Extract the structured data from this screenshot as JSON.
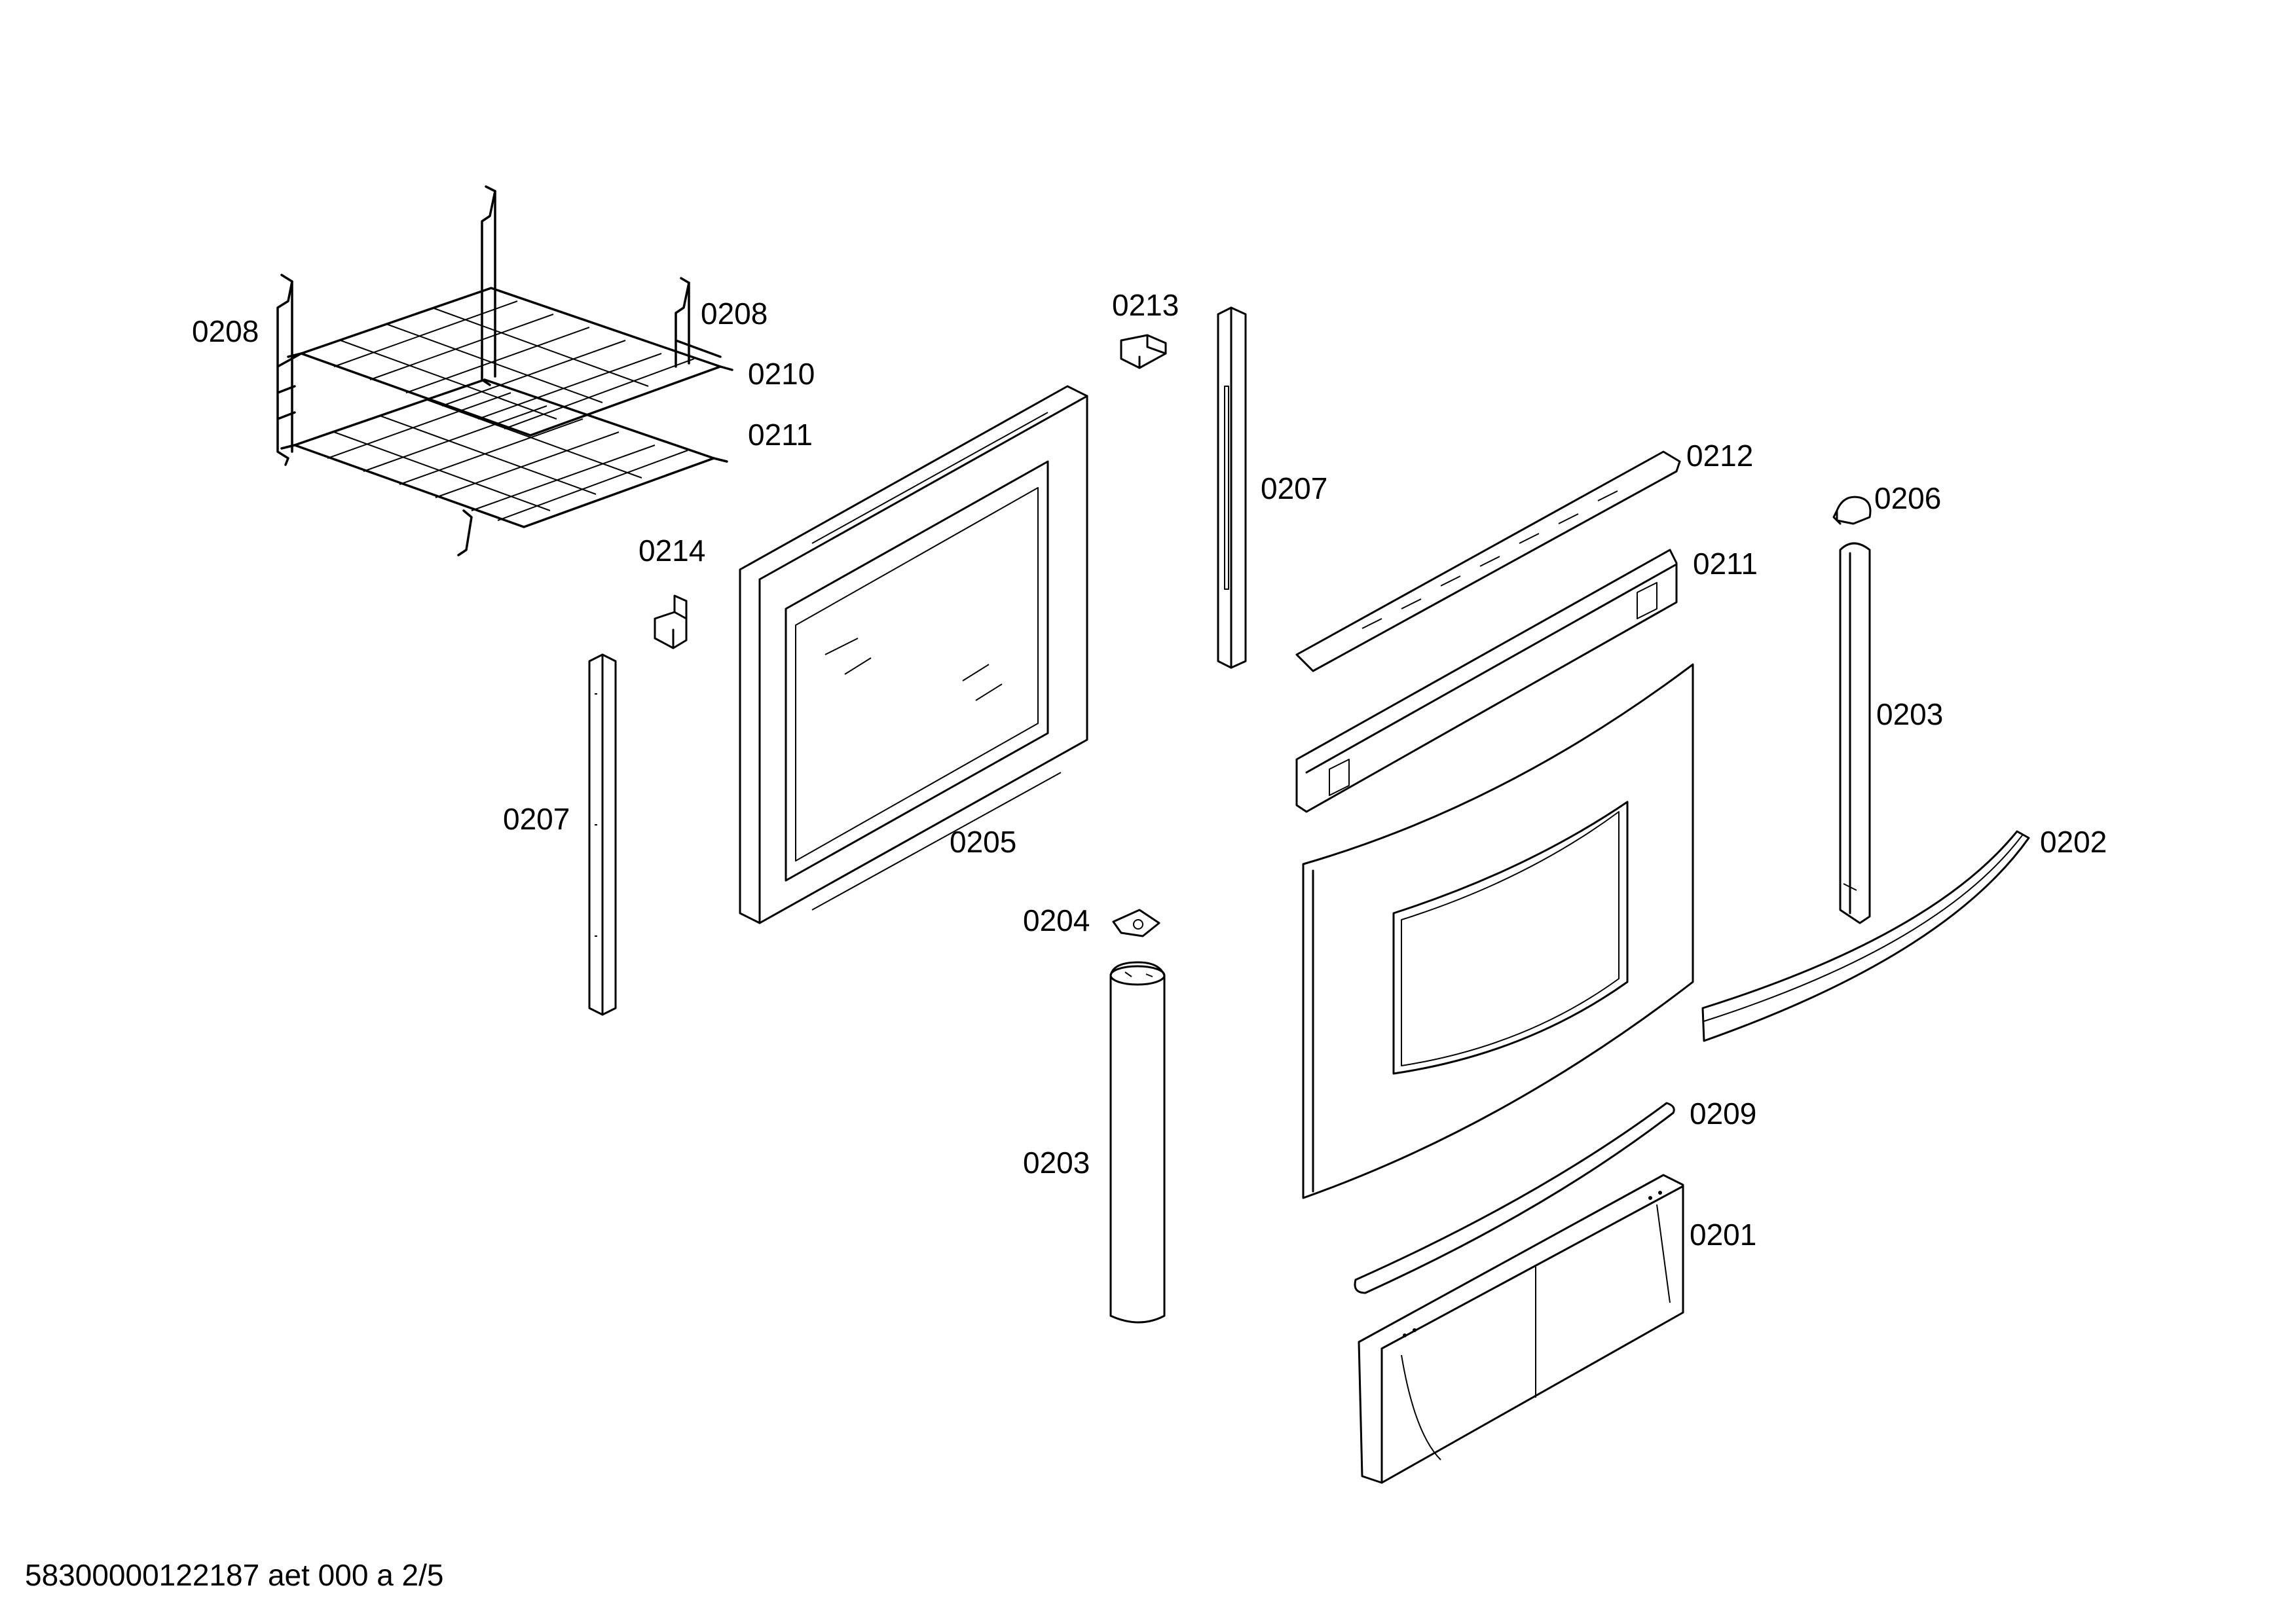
{
  "labels": {
    "rack_rail_left": "0208",
    "rack_rail_right": "0208",
    "rack_upper": "0210",
    "rack_lower": "0211",
    "hinge_top": "0213",
    "side_strip_right": "0207",
    "side_strip_left": "0207",
    "hinge_small": "0214",
    "inner_door": "0205",
    "top_profile": "0212",
    "handle_holder": "0206",
    "vent_frame": "0211",
    "column_right": "0203",
    "column_left": "0203",
    "bracket_small": "0204",
    "handle_arc": "0202",
    "lower_strip": "0209",
    "drawer_front": "0201"
  },
  "footer": {
    "document_id": "58300000122187 aet 000 a 2/5"
  }
}
